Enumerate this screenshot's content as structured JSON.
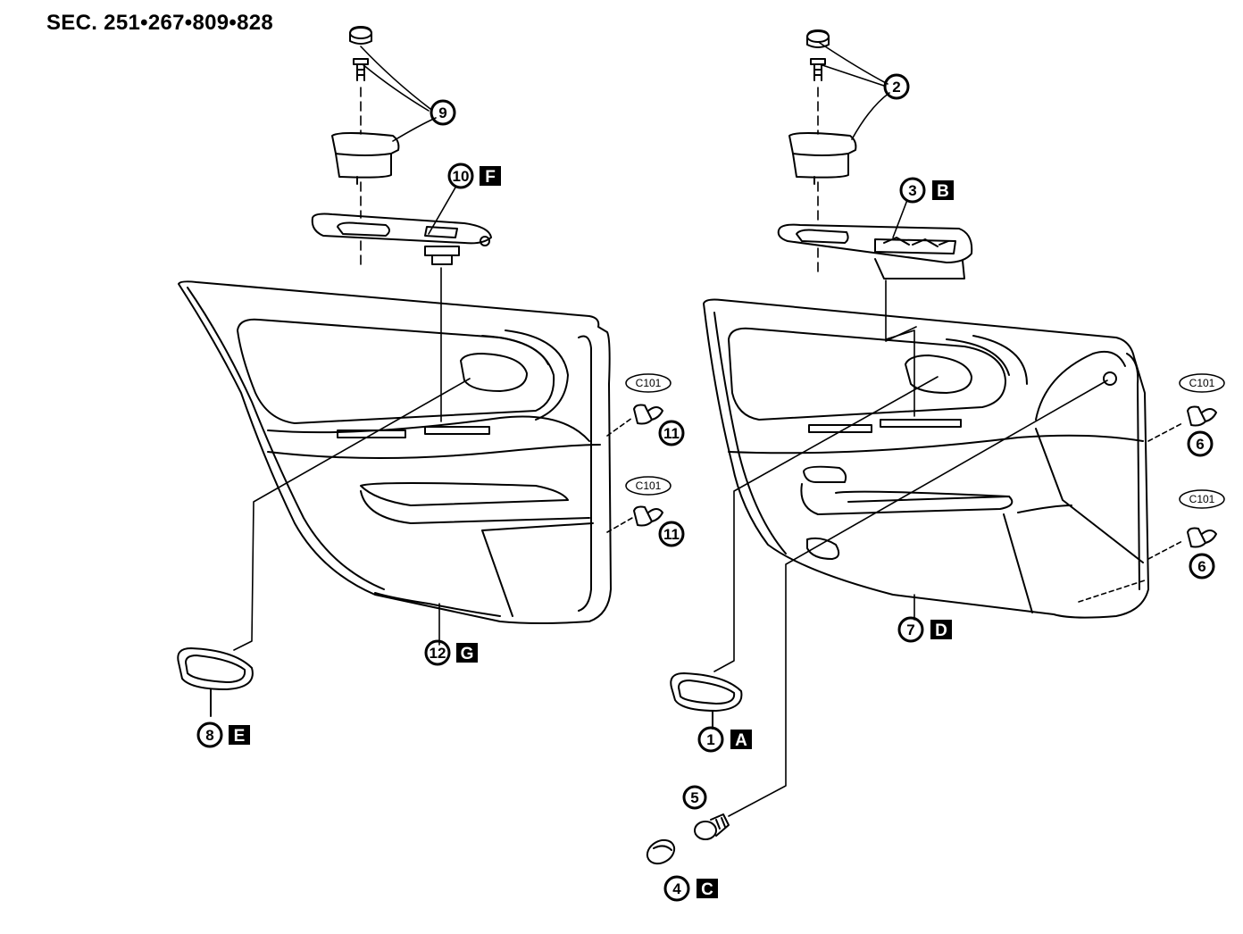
{
  "section_title": "SEC. 251•267•809•828",
  "callouts": {
    "c1": {
      "number": "1",
      "letter": "A"
    },
    "c2": {
      "number": "2"
    },
    "c3": {
      "number": "3",
      "letter": "B"
    },
    "c4": {
      "number": "4",
      "letter": "C"
    },
    "c5": {
      "number": "5"
    },
    "c6a": {
      "number": "6"
    },
    "c6b": {
      "number": "6"
    },
    "c7": {
      "number": "7",
      "letter": "D"
    },
    "c8": {
      "number": "8",
      "letter": "E"
    },
    "c9": {
      "number": "9"
    },
    "c10": {
      "number": "10",
      "letter": "F"
    },
    "c11a": {
      "number": "11"
    },
    "c11b": {
      "number": "11"
    },
    "c12": {
      "number": "12",
      "letter": "G"
    }
  },
  "connectors": {
    "left_upper": "C101",
    "left_lower": "C101",
    "right_upper": "C101",
    "right_lower": "C101"
  }
}
